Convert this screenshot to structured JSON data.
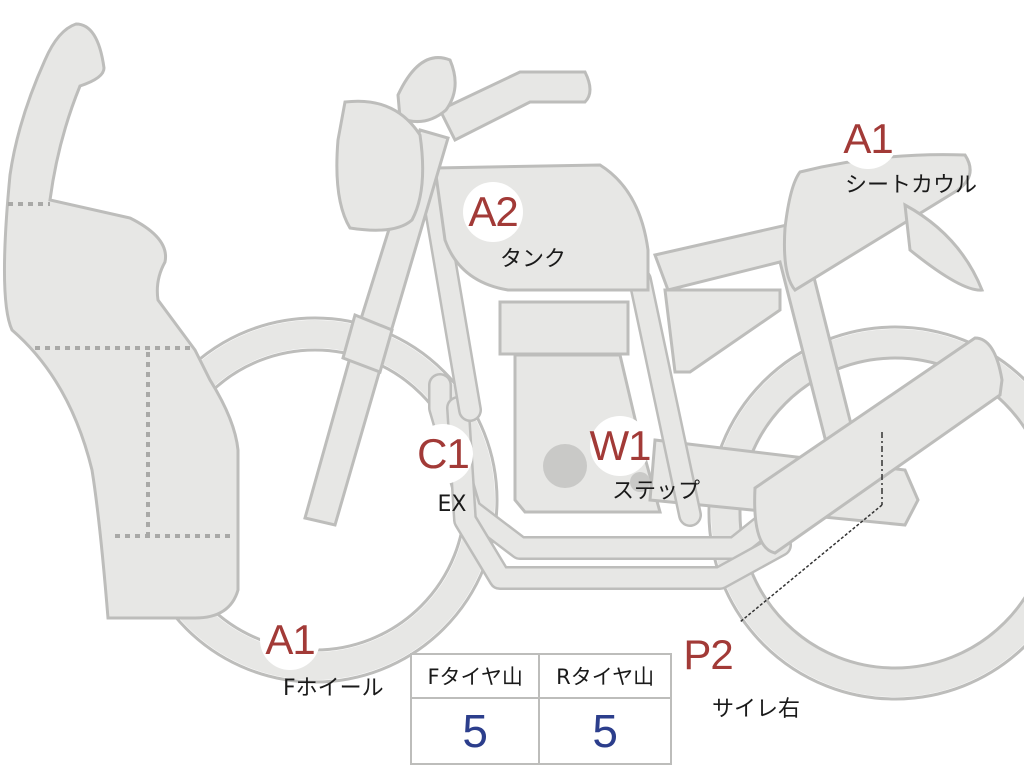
{
  "colors": {
    "damage_code": "#a23a37",
    "tread_value": "#2c3e8c",
    "body_fill": "#e7e7e5",
    "body_outline": "#bdbdbb"
  },
  "markers": {
    "seat_cowl": {
      "code": "A1",
      "label": "シートカウル"
    },
    "tank": {
      "code": "A2",
      "label": "タンク"
    },
    "exhaust": {
      "code": "C1",
      "label": "EX"
    },
    "step": {
      "code": "W1",
      "label": "ステップ"
    },
    "front_wheel": {
      "code": "A1",
      "label": "Fホイール"
    },
    "muffler_right": {
      "code": "P2",
      "label": "サイレ右"
    }
  },
  "tread_table": {
    "headers": [
      "Fタイヤ山",
      "Rタイヤ山"
    ],
    "values": [
      "5",
      "5"
    ]
  }
}
